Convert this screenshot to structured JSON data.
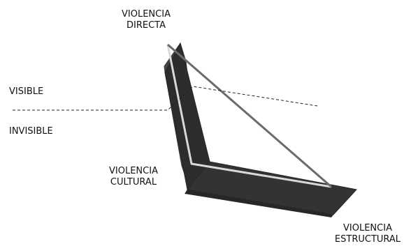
{
  "diagram": {
    "labels": {
      "directa_line1": "VIOLENCIA",
      "directa_line2": "DIRECTA",
      "cultural_line1": "VIOLENCIA",
      "cultural_line2": "CULTURAL",
      "estructural_line1": "VIOLENCIA",
      "estructural_line2": "ESTRUCTURAL",
      "visible": "VISIBLE",
      "invisible": "INVISIBLE"
    },
    "colors": {
      "background": "#ffffff",
      "band_front": "#2f2f2f",
      "band_side": "#4a4a4a",
      "triangle_line": "#6b6b6b",
      "inner_line": "#d9d9d9",
      "dashed_line": "#222222",
      "text": "#111111"
    }
  }
}
